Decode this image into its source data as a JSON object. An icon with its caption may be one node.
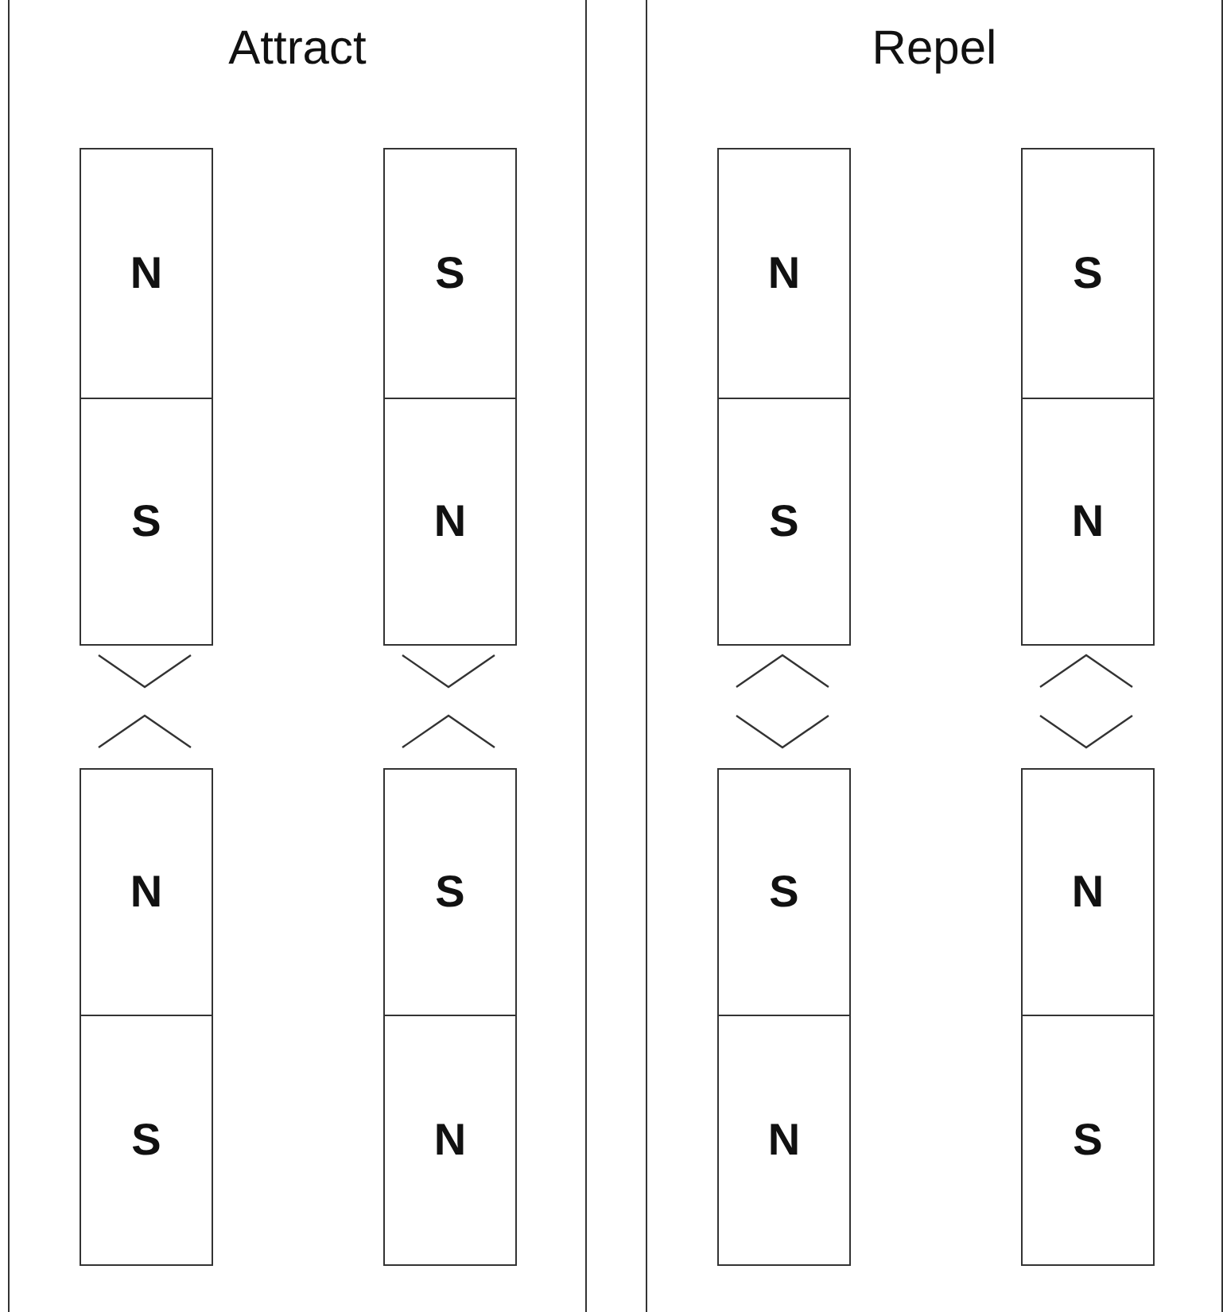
{
  "diagram": {
    "nodes": [
      {
        "text": [
          "Attract"
        ]
      },
      {
        "text": [
          "N"
        ],
        "in": 0
      },
      {
        "text": [
          "S"
        ],
        "in": 0
      },
      {
        "text": [
          "S"
        ],
        "in": 0
      },
      {
        "text": [
          "N"
        ],
        "in": 0
      },
      {
        "text": [
          "N"
        ],
        "in": 0
      },
      {
        "text": [
          "S"
        ],
        "in": 0
      },
      {
        "text": [
          "S"
        ],
        "in": 0
      },
      {
        "text": [
          "N"
        ],
        "in": 0
      },
      {
        "text": [
          "Repel"
        ]
      },
      {
        "text": [
          "N"
        ],
        "in": 9
      },
      {
        "text": [
          "S"
        ],
        "in": 9
      },
      {
        "text": [
          "S"
        ],
        "in": 9
      },
      {
        "text": [
          "N"
        ],
        "in": 9
      },
      {
        "text": [
          "S"
        ],
        "in": 9
      },
      {
        "text": [
          "N"
        ],
        "in": 9
      },
      {
        "text": [
          "N"
        ],
        "in": 9
      },
      {
        "text": [
          "S"
        ],
        "in": 9
      }
    ],
    "edges": []
  }
}
